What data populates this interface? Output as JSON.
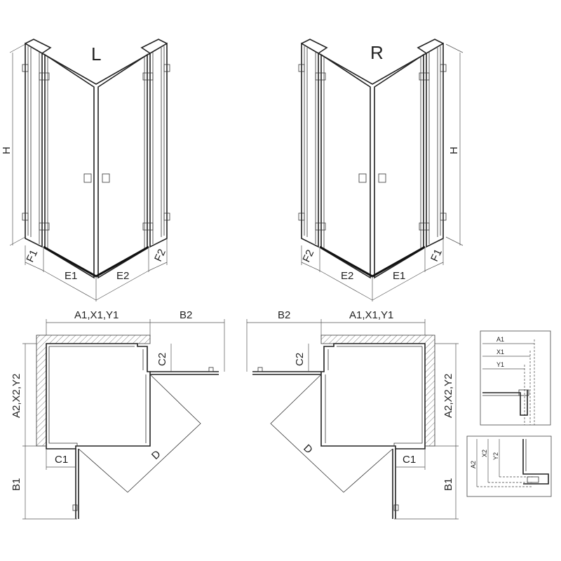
{
  "views": {
    "left_title": "L",
    "right_title": "R"
  },
  "labels": {
    "H": "H",
    "F1": "F1",
    "F2": "F2",
    "E1": "E1",
    "E2": "E2",
    "A1X1Y1": "A1,X1,Y1",
    "A2X2Y2": "A2,X2,Y2",
    "B1": "B1",
    "B2": "B2",
    "C1": "C1",
    "C2": "C2",
    "D": "D"
  },
  "detail": {
    "A1": "A1",
    "X1": "X1",
    "Y1": "Y1",
    "A2": "A2",
    "X2": "X2",
    "Y2": "Y2"
  }
}
